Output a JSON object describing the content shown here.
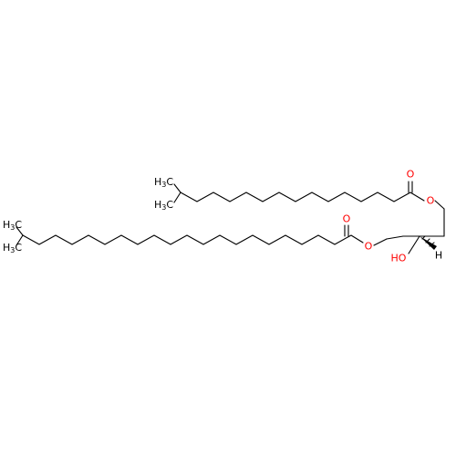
{
  "molecule": {
    "atom_labels": {
      "methyl_top_upper": "H3C",
      "methyl_top_lower": "H3C",
      "methyl_bottom_upper": "H3C",
      "methyl_bottom_lower": "H3C",
      "carbonyl_o_top": "O",
      "ester_o_top": "O",
      "carbonyl_o_bottom": "O",
      "ester_o_bottom": "O",
      "hydroxyl": "HO",
      "stereo_h": "H"
    },
    "colors": {
      "bond": "#000000",
      "oxygen": "#ff0000",
      "carbon": "#000000",
      "hydrogen": "#000000"
    }
  }
}
